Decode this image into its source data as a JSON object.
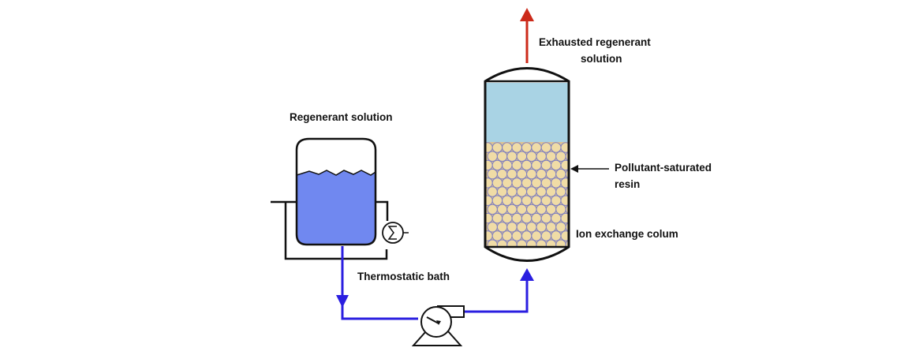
{
  "labels": {
    "exhausted_line1": "Exhausted regenerant",
    "exhausted_line2": "solution",
    "regenerant_solution": "Regenerant solution",
    "pollutant_line1": "Pollutant-saturated",
    "pollutant_line2": "resin",
    "ion_exchange": "Ion exchange colum",
    "thermostatic_bath": "Thermostatic bath"
  },
  "colors": {
    "regenerant_liquid": "#7088f0",
    "column_liquid": "#a9d3e4",
    "resin_bead": "#f0dca6",
    "resin_bead_outline": "#8080c0",
    "inlet_pipe": "#2a1ee0",
    "outlet_arrow": "#cc2a1a",
    "vessel_outline": "#111111"
  },
  "icons": {
    "heat_exchanger": "heat-exchanger-icon",
    "pump": "centrifugal-pump-icon"
  }
}
